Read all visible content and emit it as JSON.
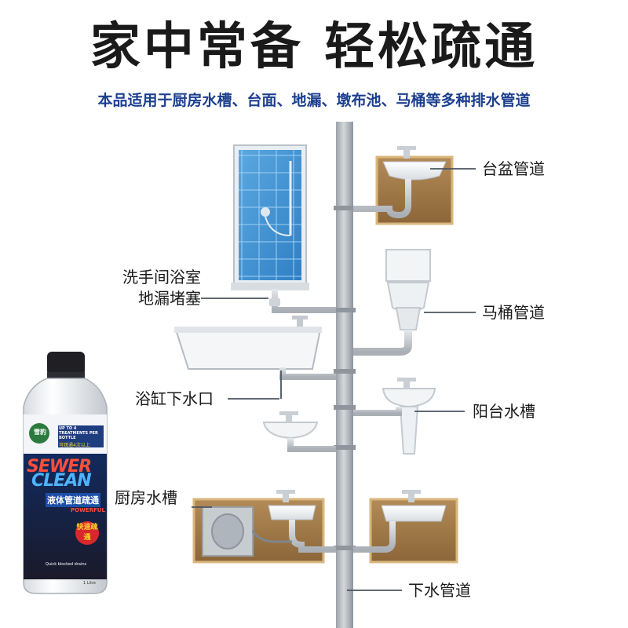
{
  "headline": "家中常备 轻松疏通",
  "subheadline": "本品适用于厨房水槽、台面、地漏、墩布池、马桶等多种排水管道",
  "labels": {
    "basin_pipe": "台盆管道",
    "bathroom_drain_line1": "洗手间浴室",
    "bathroom_drain_line2": "地漏堵塞",
    "toilet_pipe": "马桶管道",
    "bathtub_outlet": "浴缸下水口",
    "balcony_sink": "阳台水槽",
    "kitchen_sink": "厨房水槽",
    "drain_pipe": "下水管道"
  },
  "product": {
    "brand_logo_text": "雪豹",
    "name_line1": "SEWER",
    "name_line2": "CLEAN",
    "chinese_name": "液体管道疏通",
    "powerful": "POWERFUL",
    "badge": "快速疏通",
    "treatments_en": "UP TO 4 TREATMENTS PER BOTTLE",
    "treatments_cn": "可疏通4次以上",
    "bottom_text": "Quick blocked drains",
    "volume": "1 Litre"
  },
  "colors": {
    "pipe": "#b8bec4",
    "pipe_dark": "#8e959c",
    "cabinet": "#a57e4f",
    "cabinet_edge": "#d9b77d",
    "headline": "#1a1a1a",
    "subheadline": "#1c3f8f",
    "bottle_blue": "#1d4fa8",
    "badge_red": "#d8282c",
    "badge_yellow": "#f6d32a"
  }
}
